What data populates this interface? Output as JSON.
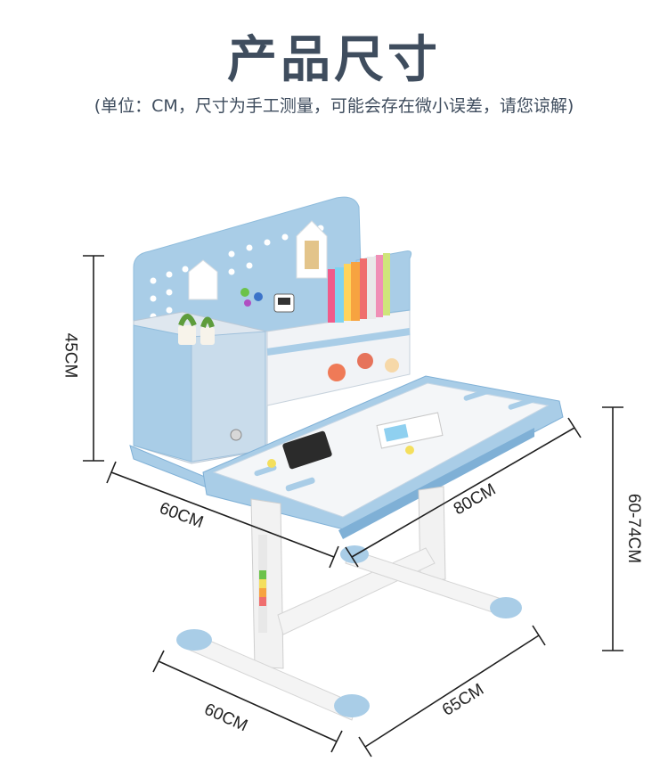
{
  "header": {
    "title": "产品尺寸",
    "subtitle": "(单位：CM，尺寸为手工测量，可能会存在微小误差，请您谅解)"
  },
  "dimensions": {
    "hutch_height": "45CM",
    "desk_depth": "60CM",
    "desk_width": "80CM",
    "desk_height_range": "60-74CM",
    "base_depth": "60CM",
    "base_width": "65CM"
  },
  "colors": {
    "desk_blue": "#a9cde7",
    "desk_blue_dark": "#7fb0d6",
    "white_panel": "#f4f6f8",
    "leg_white": "#f2f2f2",
    "text": "#3f4d5e"
  }
}
